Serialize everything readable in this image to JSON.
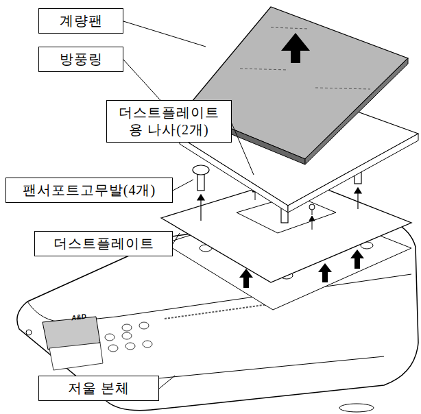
{
  "diagram": {
    "nodes": [
      {
        "text": [
          "계량팬"
        ]
      },
      {
        "text": [
          "방풍링"
        ]
      },
      {
        "text": [
          "더스트플레이트용 나사(2개)"
        ]
      },
      {
        "text": [
          "팬서포트고무발(4개)"
        ]
      },
      {
        "text": [
          "더스트플레이트"
        ]
      },
      {
        "text": [
          "저울 본체"
        ]
      }
    ],
    "labels": [
      "A&D"
    ]
  }
}
